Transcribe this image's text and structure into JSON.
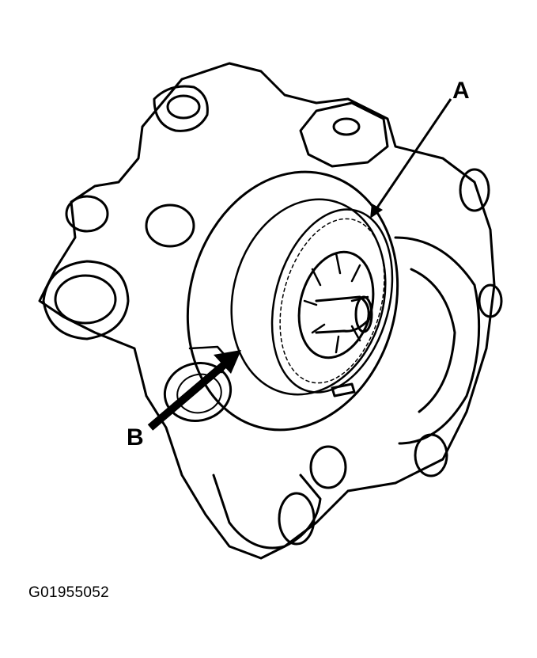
{
  "diagram": {
    "callouts": {
      "a": "A",
      "b": "B"
    },
    "figure_id": "G01955052",
    "colors": {
      "line": "#000000",
      "background": "#ffffff"
    }
  }
}
